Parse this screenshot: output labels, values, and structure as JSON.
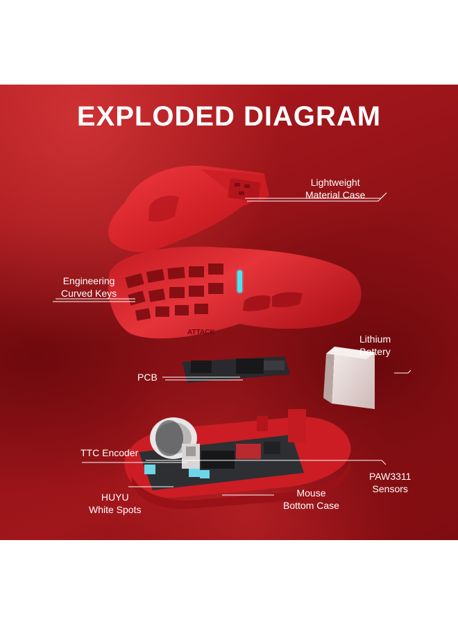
{
  "title": "EXPLODED DIAGRAM",
  "labels": {
    "lightweight_case": [
      "Lightweight",
      "Material Case"
    ],
    "curved_keys": [
      "Engineering",
      "Curved Keys"
    ],
    "battery": [
      "Lithium",
      "Battery"
    ],
    "pcb": "PCB",
    "encoder": "TTC Encoder",
    "sensor": [
      "PAW3311",
      "Sensors"
    ],
    "switches": [
      "HUYU",
      "White Spots"
    ],
    "bottom_case": [
      "Mouse",
      "Bottom Case"
    ]
  },
  "colors": {
    "background": "#9c151a",
    "shell": "#d82027",
    "shell_shadow": "#a8121a",
    "pcb": "#2a2a2e",
    "battery": "#e6d9d6",
    "accent_light": "#4fe3ee",
    "switch": "#6fd6ea"
  }
}
